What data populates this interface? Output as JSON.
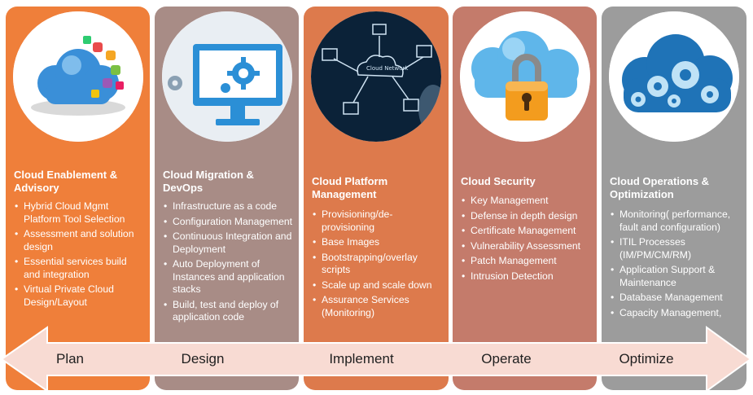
{
  "columns": [
    {
      "id": "plan",
      "color": "#ef7f3a",
      "image_icon": "cloud-apps-icon",
      "heading": "Cloud Enablement & Advisory",
      "items": [
        "Hybrid Cloud Mgmt Platform Tool Selection",
        "Assessment and solution design",
        "Essential services build and integration",
        "Virtual Private Cloud Design/Layout"
      ]
    },
    {
      "id": "design",
      "color": "#a88c86",
      "image_icon": "monitor-gears-icon",
      "heading": "Cloud Migration & DevOps",
      "items": [
        "Infrastructure as a code",
        "Configuration Management",
        "Continuous Integration and Deployment",
        "Auto Deployment of Instances and application stacks",
        "Build, test and deploy of application code"
      ]
    },
    {
      "id": "implement",
      "color": "#dd7a4c",
      "image_icon": "cloud-network-icon",
      "heading": "Cloud Platform Management",
      "items": [
        "Provisioning/de-provisioning",
        "Base Images",
        "Bootstrapping/overlay scripts",
        "Scale up and scale down",
        "Assurance Services (Monitoring)"
      ]
    },
    {
      "id": "operate",
      "color": "#c47b6b",
      "image_icon": "cloud-padlock-icon",
      "heading": "Cloud Security",
      "items": [
        "Key Management",
        "Defense in depth design",
        "Certificate Management",
        "Vulnerability Assessment",
        "Patch Management",
        "Intrusion Detection"
      ]
    },
    {
      "id": "optimize",
      "color": "#9c9c9c",
      "image_icon": "cloud-gears-icon",
      "heading": "Cloud Operations & Optimization",
      "items": [
        "Monitoring( performance, fault and configuration)",
        "ITIL Processes (IM/PM/CM/RM)",
        "Application Support & Maintenance",
        "Database Management",
        "Capacity Management,"
      ]
    }
  ],
  "stages": [
    "Plan",
    "Design",
    "Implement",
    "Operate",
    "Optimize"
  ],
  "network_label": "Cloud Network",
  "arrow_color": "#f8dbd3"
}
